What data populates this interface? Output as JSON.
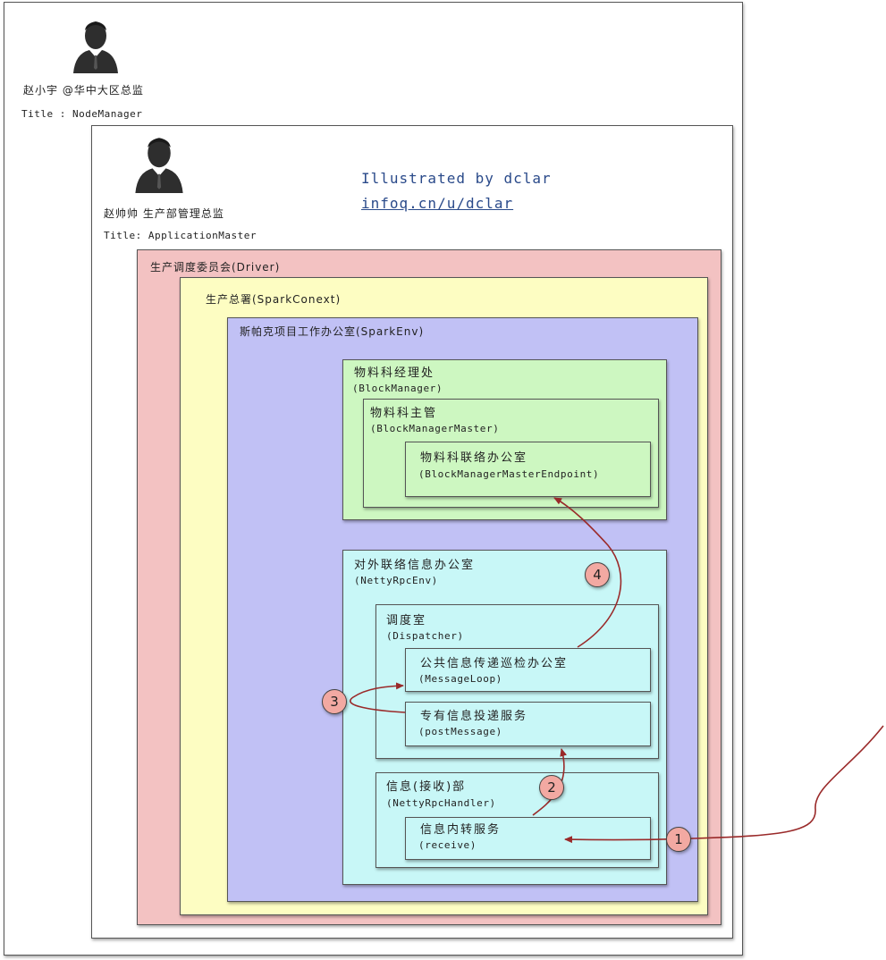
{
  "colors": {
    "driver": "#f3c2c2",
    "spark_context": "#fdfdc2",
    "spark_env": "#c1c1f5",
    "block_manager": "#cdf7c1",
    "rpc_env": "#c8f7f7",
    "arrow": "#9a2a2a",
    "badge": "#f2a9a2"
  },
  "node_manager": {
    "person": "赵小宇 @华中大区总监",
    "title": "Title :  NodeManager"
  },
  "app_master": {
    "person": "赵帅帅 生产部管理总监",
    "title": "Title: ApplicationMaster"
  },
  "credit": {
    "line1": "Illustrated by dclar",
    "line2": "infoq.cn/u/dclar"
  },
  "driver": {
    "label": "生产调度委员会(Driver)"
  },
  "spark_context": {
    "label": "生产总署(SparkConext)"
  },
  "spark_env": {
    "label": "斯帕克项目工作办公室(SparkEnv)"
  },
  "block_manager": {
    "zh": "物料科经理处",
    "en": "(BlockManager)"
  },
  "block_manager_master": {
    "zh": "物料科主管",
    "en": "(BlockManagerMaster)"
  },
  "block_manager_endpoint": {
    "zh": "物料科联络办公室",
    "en": "(BlockManagerMasterEndpoint)"
  },
  "netty_rpc_env": {
    "zh": "对外联络信息办公室",
    "en": "(NettyRpcEnv)"
  },
  "dispatcher": {
    "zh": "调度室",
    "en": "(Dispatcher)"
  },
  "message_loop": {
    "zh": "公共信息传递巡检办公室",
    "en": "(MessageLoop)"
  },
  "post_message": {
    "zh": "专有信息投递服务",
    "en": "(postMessage)"
  },
  "rpc_handler": {
    "zh": "信息(接收)部",
    "en": "(NettyRpcHandler)"
  },
  "receive": {
    "zh": "信息内转服务",
    "en": "(receive)"
  },
  "steps": [
    "1",
    "2",
    "3",
    "4"
  ]
}
